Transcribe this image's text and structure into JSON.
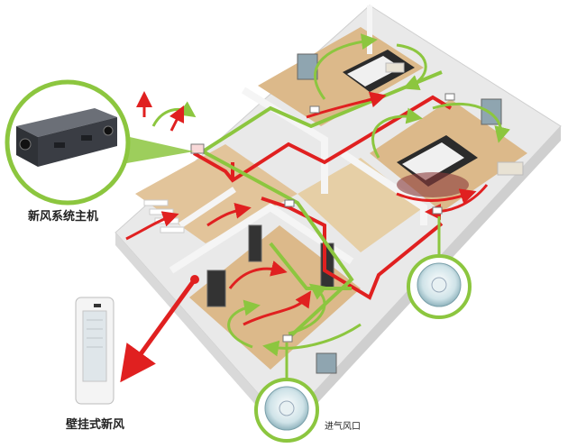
{
  "labels": {
    "main_unit": "新风系统主机",
    "wall_unit": "壁挂式新风",
    "air_inlet": "进气风口"
  },
  "colors": {
    "fresh_air": "#8cc63f",
    "exhaust_air": "#e02020",
    "floor": "#dcb98a",
    "wall": "#f3f3f3",
    "unit_body": "#3a3d44"
  },
  "icons": [
    "ventilation-unit-icon",
    "wall-purifier-icon",
    "ceiling-vent-icon",
    "bed-icon",
    "sofa-icon",
    "window-icon"
  ]
}
